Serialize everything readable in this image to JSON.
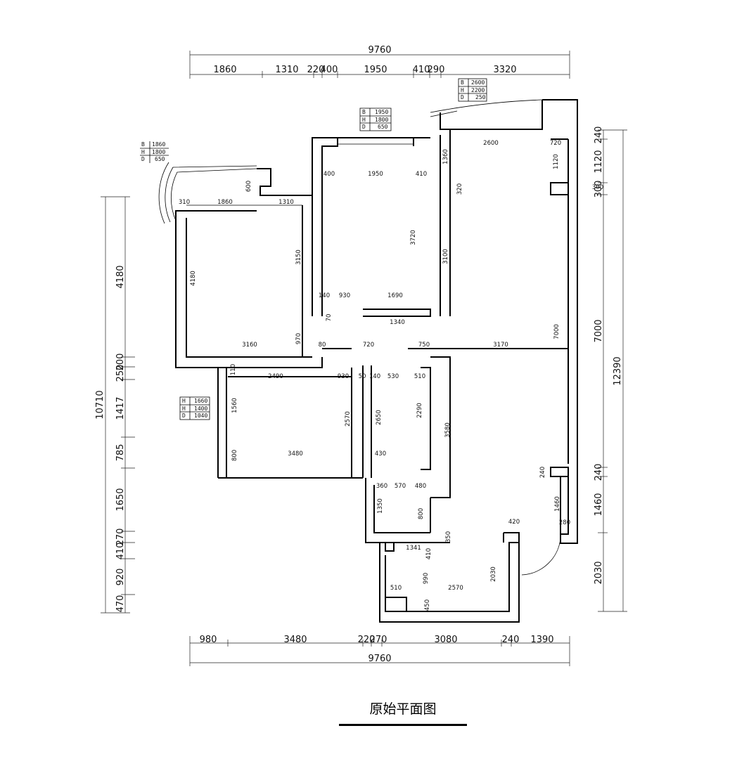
{
  "title": "原始平面图",
  "dims": {
    "top_total": "9760",
    "bottom_total": "9760",
    "left_total": "10710",
    "right_total": "12390",
    "top": [
      "1860",
      "1310",
      "220",
      "400",
      "1950",
      "410",
      "290",
      "3320"
    ],
    "bottom": [
      "980",
      "3480",
      "220",
      "270",
      "3080",
      "240",
      "1390"
    ],
    "left": [
      "4180",
      "200",
      "250",
      "1417",
      "785",
      "1650",
      "270",
      "410",
      "920",
      "470"
    ],
    "right": [
      "240",
      "1120",
      "300",
      "7000",
      "240",
      "1460",
      "2030"
    ]
  },
  "specs": {
    "win_topright": [
      "B",
      "2600",
      "H",
      "2200",
      "D",
      "250"
    ],
    "win_top": [
      "B",
      "1950",
      "H",
      "1800",
      "D",
      "650"
    ],
    "win_bay": [
      "B",
      "1860",
      "H",
      "1800",
      "D",
      "650"
    ],
    "win_left": [
      "H",
      "1660",
      "H",
      "1400",
      "D",
      "1040"
    ]
  },
  "room_dims": [
    "2600",
    "720",
    "1120",
    "1360",
    "400",
    "1950",
    "410",
    "320",
    "300",
    "600",
    "310",
    "1860",
    "1310",
    "3720",
    "3150",
    "3100",
    "4180",
    "140",
    "930",
    "1690",
    "1340",
    "70",
    "970",
    "3160",
    "80",
    "720",
    "750",
    "3170",
    "7000",
    "110",
    "2490",
    "930",
    "50",
    "140",
    "530",
    "510",
    "1560",
    "2570",
    "2650",
    "2290",
    "3580",
    "800",
    "3480",
    "430",
    "240",
    "360",
    "570",
    "480",
    "1350",
    "800",
    "1460",
    "350",
    "420",
    "1341",
    "410",
    "990",
    "2570",
    "2030",
    "510",
    "450",
    "280"
  ]
}
